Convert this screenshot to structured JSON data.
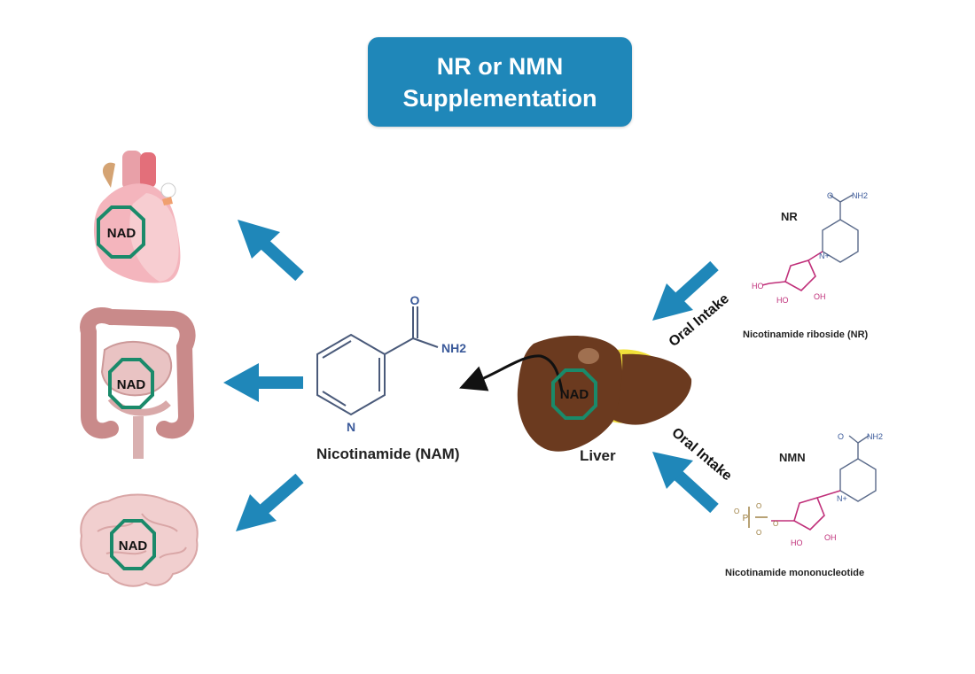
{
  "title": {
    "line1": "NR or NMN",
    "line2": "Supplementation"
  },
  "nad_label": "NAD",
  "nam": {
    "label": "Nicotinamide (NAM)",
    "n": "N",
    "o": "O",
    "nh2": "NH2"
  },
  "liver": {
    "label": "Liver"
  },
  "nr": {
    "short": "NR",
    "full": "Nicotinamide riboside (NR)",
    "intake": "Oral Intake",
    "atoms": {
      "o": "O",
      "nh2": "NH2",
      "ho": "HO",
      "oh": "OH",
      "n": "N+"
    }
  },
  "nmn": {
    "short": "NMN",
    "full": "Nicotinamide mononucleotide",
    "intake": "Oral Intake",
    "atoms": {
      "o": "O",
      "nh2": "NH2",
      "ho": "HO",
      "oh": "OH",
      "n": "N+",
      "p": "P"
    }
  },
  "colors": {
    "arrow": "#1f87b9",
    "nad_ring": "#1a8a6a",
    "liver": "#6b3a1f",
    "gallbladder": "#f1e03a",
    "title_bg": "#1f87b9"
  }
}
